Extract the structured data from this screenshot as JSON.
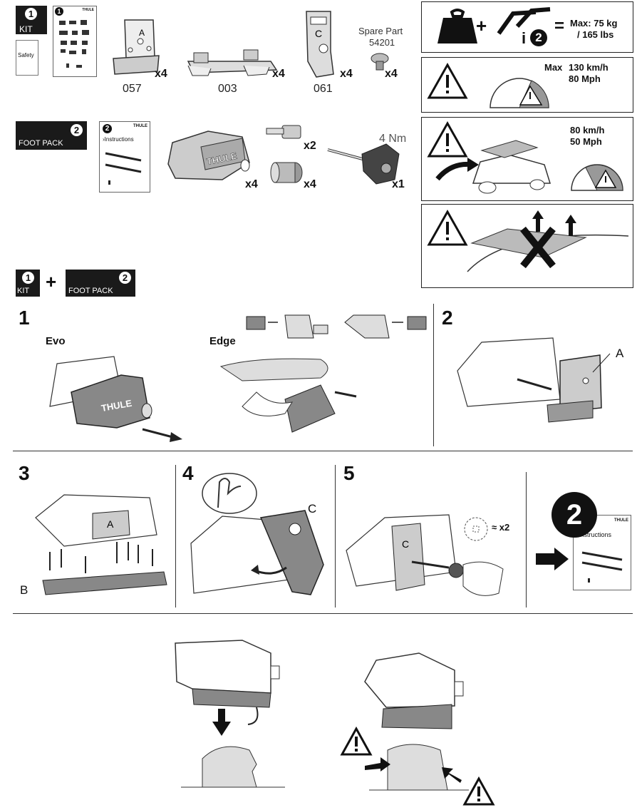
{
  "kit_box": {
    "number": "1",
    "label": "KIT",
    "safety_label": "Safety",
    "booklet_number": "1",
    "booklet_brand": "THULE"
  },
  "parts": [
    {
      "code": "057",
      "qty": "x4"
    },
    {
      "code": "003",
      "qty": "x4"
    },
    {
      "code": "061",
      "qty": "x4"
    },
    {
      "code": "",
      "qty": "x4",
      "spare_title": "Spare Part",
      "spare_number": "54201"
    }
  ],
  "foot_pack": {
    "number": "2",
    "label": "FOOT PACK",
    "instructions_number": "2",
    "instructions_label": "›Instructions",
    "instructions_brand": "THULE",
    "foot_brand": "THULE",
    "foot_qty": "x4",
    "key_qty": "x2",
    "lock_qty": "x4",
    "torque_label": "4 Nm",
    "tool_qty": "x1"
  },
  "combo": {
    "kit_number": "1",
    "kit_label": "KIT",
    "plus": "+",
    "foot_number": "2",
    "foot_label": "FOOT PACK"
  },
  "warnings": {
    "load": {
      "equals": "=",
      "plus": "+",
      "line1": "Max: 75 kg",
      "line2": "/ 165 lbs",
      "i_number": "2"
    },
    "speed": {
      "max_label": "Max",
      "line1": "130 km/h",
      "line2": "80 Mph"
    },
    "load_speed": {
      "line1": "80 km/h",
      "line2": "50 Mph"
    }
  },
  "steps": {
    "s1": {
      "num": "1",
      "evo": "Evo",
      "edge": "Edge",
      "foot_brand": "THULE"
    },
    "s2": {
      "num": "2",
      "label_a": "A"
    },
    "s3": {
      "num": "3",
      "label_b": "B"
    },
    "s4": {
      "num": "4",
      "label_c": "C"
    },
    "s5": {
      "num": "5",
      "qty": "x2"
    },
    "next": {
      "num": "2",
      "instructions_label": "›Instructions",
      "brand": "THULE"
    }
  }
}
